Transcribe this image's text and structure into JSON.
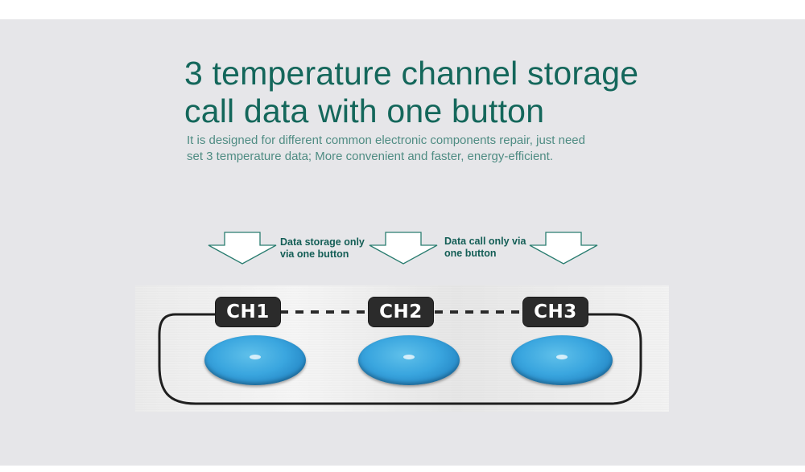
{
  "heading": {
    "line1": "3 temperature channel storage",
    "line2": "call data with one button"
  },
  "description": {
    "line1": "It is designed for different common electronic components repair, just need",
    "line2": "set 3 temperature data; More convenient and faster, energy-efficient."
  },
  "annotations": {
    "storage": {
      "line1": "Data storage only",
      "line2": "via one button"
    },
    "call": {
      "line1": "Data call only via",
      "line2": "one button"
    }
  },
  "channels": [
    {
      "label": "CH1"
    },
    {
      "label": "CH2"
    },
    {
      "label": "CH3"
    }
  ],
  "colors": {
    "heading": "#14675b",
    "button_blue": "#3aa6df",
    "label_bg": "#2b2b2b"
  }
}
